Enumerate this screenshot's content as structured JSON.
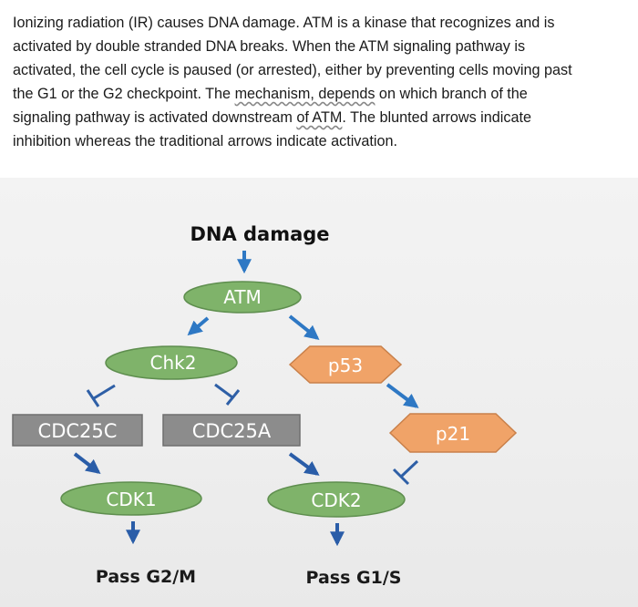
{
  "paragraph": {
    "line1": "Ionizing radiation (IR) causes DNA damage. ATM is a kinase that recognizes and is",
    "line2": "activated by double stranded DNA breaks. When the ATM signaling pathway is",
    "line3": "activated, the cell cycle is paused (or arrested), either by preventing cells moving past",
    "line4_a": "the G1 or the G2 checkpoint. The ",
    "line4_b": "mechanism, depends",
    "line4_c": " on which branch of the",
    "line5_a": "signaling pathway is activated downstream ",
    "line5_b": "of ATM",
    "line5_c": ". The blunted arrows indicate",
    "line6": "inhibition whereas the traditional arrows indicate activation."
  },
  "diagram": {
    "title": "DNA damage",
    "nodes": {
      "atm": "ATM",
      "chk2": "Chk2",
      "p53": "p53",
      "cdc25c": "CDC25C",
      "cdc25a": "CDC25A",
      "p21": "p21",
      "cdk1": "CDK1",
      "cdk2": "CDK2"
    },
    "outcomes": {
      "g2m": "Pass G2/M",
      "g1s": "Pass G1/S"
    },
    "colors": {
      "oval_fill": "#7fb36a",
      "hex_fill": "#f0a368",
      "box_fill": "#8c8c8c",
      "arrow": "#2e78c4",
      "inhibit": "#2e5fa6"
    }
  }
}
